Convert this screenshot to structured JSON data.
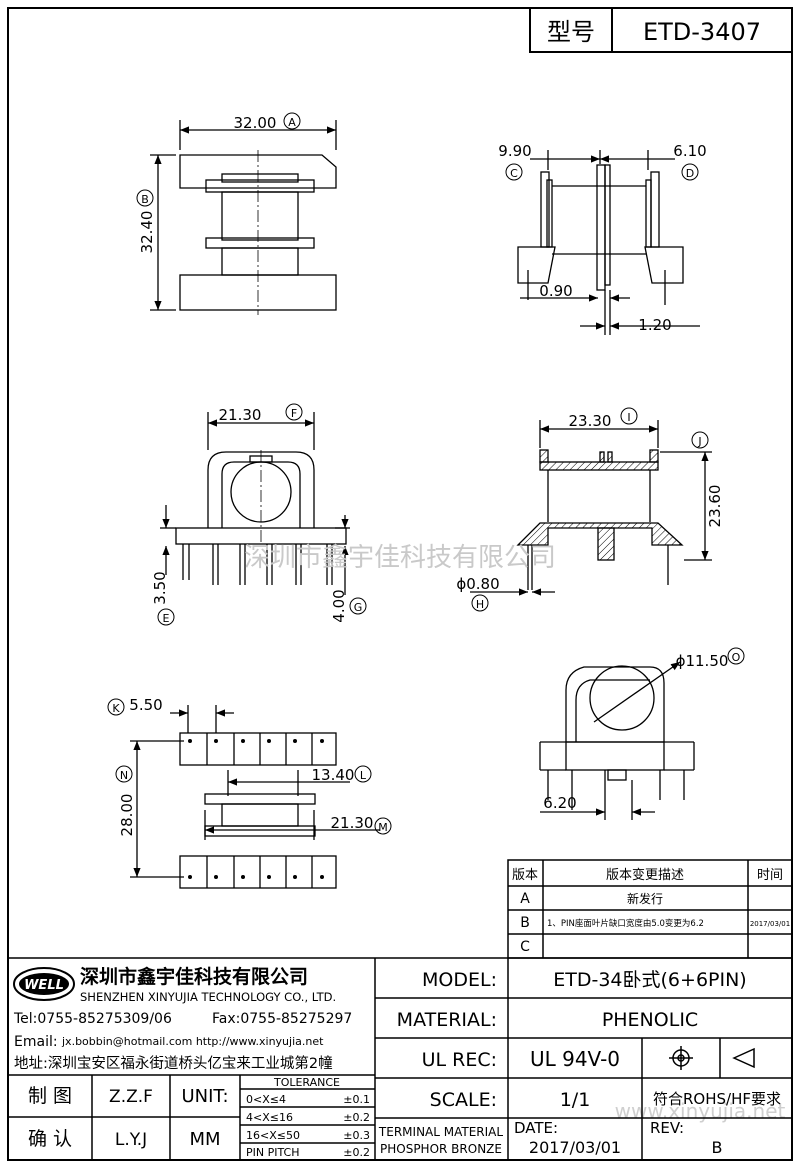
{
  "header": {
    "model_label": "型号",
    "model_value": "ETD-3407"
  },
  "watermark": "深圳市鑫宇佳科技有限公司",
  "watermark_url": "www.xinyujia.net",
  "views": {
    "top": {
      "width": "32.00",
      "width_tag": "A",
      "height": "32.40",
      "height_tag": "B"
    },
    "side_top": {
      "left": "9.90",
      "left_tag": "C",
      "right": "6.10",
      "right_tag": "D",
      "gap": "0.90",
      "pin_width": "1.20"
    },
    "front": {
      "width": "21.30",
      "width_tag": "F",
      "left_pin": "3.50",
      "left_pin_tag": "E",
      "right_pin": "4.00",
      "right_pin_tag": "G"
    },
    "side": {
      "width": "23.30",
      "width_tag": "I",
      "height": "23.60",
      "height_tag": "J",
      "pin_dia": "ϕ0.80",
      "pin_dia_tag": "H"
    },
    "bottom": {
      "pitch": "5.50",
      "pitch_tag": "K",
      "row": "28.00",
      "row_tag": "N",
      "inner": "13.40",
      "inner_tag": "L",
      "outer": "21.30",
      "outer_tag": "M"
    },
    "iso": {
      "hole": "ϕ11.50",
      "hole_tag": "O",
      "offset": "6.20"
    }
  },
  "revision_table": {
    "headers": [
      "版本",
      "版本变更描述",
      "时间"
    ],
    "rows": [
      {
        "version": "A",
        "desc": "新发行",
        "date": ""
      },
      {
        "version": "B",
        "desc": "1、PIN座面叶片缺口宽度由5.0变更为6.2",
        "date": "2017/03/01"
      },
      {
        "version": "C",
        "desc": "",
        "date": ""
      }
    ]
  },
  "company": {
    "logo": "WELL",
    "name_cn": "深圳市鑫宇佳科技有限公司",
    "name_en": "SHENZHEN XINYUJIA TECHNOLOGY CO., LTD.",
    "tel": "Tel:0755-85275309/06",
    "fax": "Fax:0755-85275297",
    "email_label": "Email:",
    "email": "jx.bobbin@hotmail.com http://www.xinyujia.net",
    "address": "地址:深圳宝安区福永街道桥头亿宝来工业城第2幢"
  },
  "signoff": {
    "drawn_label": "制 图",
    "drawn_value": "Z.Z.F",
    "checked_label": "确 认",
    "checked_value": "L.Y.J",
    "unit_label": "UNIT:",
    "unit_value": "MM"
  },
  "tolerance": {
    "title": "TOLERANCE",
    "rows": [
      {
        "range": "0<X≤4",
        "value": "±0.1"
      },
      {
        "range": "4<X≤16",
        "value": "±0.2"
      },
      {
        "range": "16<X≤50",
        "value": "±0.3"
      },
      {
        "range": "PIN PITCH",
        "value": "±0.2"
      }
    ]
  },
  "spec": {
    "model_label": "MODEL:",
    "model_value": "ETD-34卧式(6+6PIN)",
    "material_label": "MATERIAL:",
    "material_value": "PHENOLIC",
    "ulrec_label": "UL REC:",
    "ulrec_value": "UL 94V-0",
    "scale_label": "SCALE:",
    "scale_value": "1/1",
    "rohs": "符合ROHS/HF要求",
    "terminal_label": "TERMINAL MATERIAL",
    "terminal_value": "PHOSPHOR BRONZE",
    "date_label": "DATE:",
    "date_value": "2017/03/01",
    "rev_label": "REV:",
    "rev_value": "B"
  }
}
